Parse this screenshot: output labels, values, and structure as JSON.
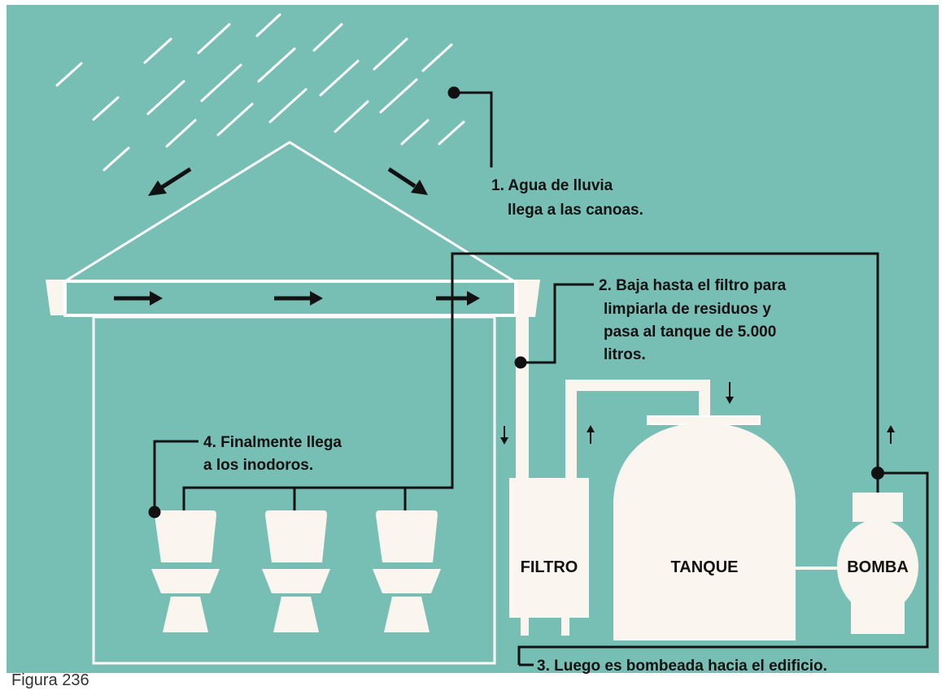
{
  "figure": {
    "caption": "Figura 236"
  },
  "steps": {
    "step1": {
      "line1": "1. Agua de lluvia",
      "line2": "llega a las canoas."
    },
    "step2": {
      "line1": "2. Baja hasta el filtro para",
      "line2": "limpiarla de residuos y",
      "line3": "pasa al tanque de 5.000",
      "line4": "litros."
    },
    "step3": {
      "line1": "3. Luego es bombeada hacia el edificio."
    },
    "step4": {
      "line1": "4. Finalmente llega",
      "line2": "a los inodoros."
    }
  },
  "units": {
    "filter": "FILTRO",
    "tank": "TANQUE",
    "pump": "BOMBA"
  },
  "colors": {
    "background": "#77bfb5",
    "frame": "#ffffff",
    "ink": "#111111",
    "fixture": "#fbf5ef",
    "outline": "#ffffff"
  },
  "icons": [
    "rain-streaks",
    "flow-arrows",
    "toilet-icon",
    "filter-unit",
    "tank-unit",
    "pump-unit"
  ]
}
